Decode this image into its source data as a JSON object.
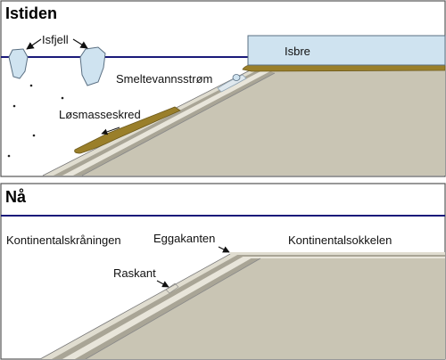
{
  "colors": {
    "water_line": "#1a1a7a",
    "seabed": "#c9c5b4",
    "layer_light": "#e0ddd0",
    "layer_mid": "#a9a596",
    "ice": "#cfe3f0",
    "ice_stroke": "#5a6f82",
    "sediment": "#9a7f2a",
    "frame": "#555555"
  },
  "panel_top": {
    "title": "Istiden",
    "labels": {
      "icebergs": "Isfjell",
      "meltwater": "Smeltevannsstrøm",
      "slide": "Løsmasseskred",
      "ice_sheet": "Isbre"
    }
  },
  "panel_bottom": {
    "title": "Nå",
    "labels": {
      "slope": "Kontinentalskråningen",
      "shelf_break": "Eggakanten",
      "shelf": "Kontinentalsokkelen",
      "edge": "Raskant"
    }
  }
}
